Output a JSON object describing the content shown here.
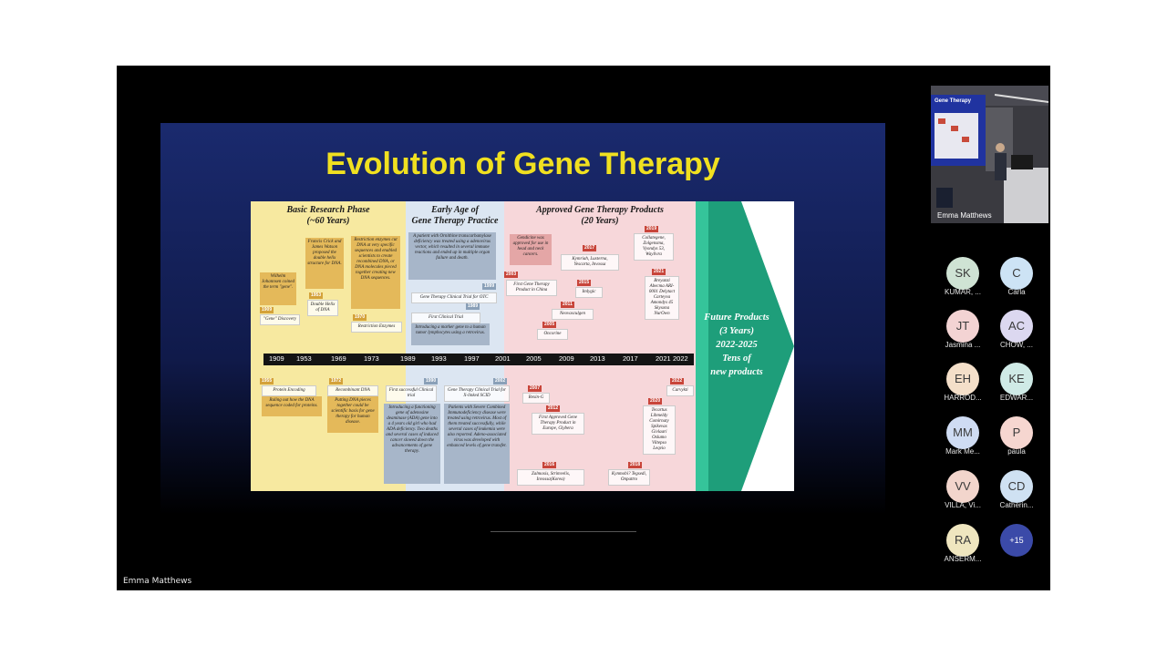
{
  "presenter": {
    "name": "Emma Matthews"
  },
  "slide": {
    "title": "Evolution of Gene Therapy",
    "phases": {
      "basic": "Basic Research Phase\n(~60 Years)",
      "early": "Early Age of\nGene Therapy Practice",
      "approved": "Approved Gene Therapy Products\n(20 Years)",
      "future": "Future Products\n(3 Years)\n2022-2025\nTens of\nnew products"
    },
    "years": [
      "1909",
      "1953",
      "1969",
      "1973",
      "1989",
      "1993",
      "1997",
      "2001",
      "2005",
      "2009",
      "2013",
      "2017",
      "2021",
      "2022"
    ],
    "events_top": [
      {
        "year": "1909",
        "text": "\"Gene\" Discovery"
      },
      {
        "year": "1953",
        "text": "Double Helix of DNA"
      },
      {
        "year": "1970",
        "text": "Restriction Enzymes"
      },
      {
        "year": "1989",
        "text": "First Clinical Trial"
      },
      {
        "year": "1999",
        "text": "Gene Therapy Clinical Trial for OTC"
      },
      {
        "year": "2003",
        "text": "First Gene Therapy Product in China"
      },
      {
        "year": "2005",
        "text": "Oncorine"
      },
      {
        "year": "2011",
        "text": "Neovasculgen"
      },
      {
        "year": "2015",
        "text": "Imlygic"
      },
      {
        "year": "2017",
        "text": "Kymriah, Luxterna, Yescarta, Invossa"
      },
      {
        "year": "2019",
        "text": "Collategene, Zolgensma, Vyondys 53, Waylivra"
      },
      {
        "year": "2021",
        "text": "Breyanzi Abecma ARI-0001 Delytact Carteyva Amondys 45 Skysona NurOwn"
      }
    ],
    "events_bottom": [
      {
        "year": "1955",
        "text": "Protein Encoding"
      },
      {
        "year": "1972",
        "text": "Recombinant DNA"
      },
      {
        "year": "1990",
        "text": "First successful Clinical trial"
      },
      {
        "year": "2002",
        "text": "Gene Therapy Clinical Trial for X-linked SCID"
      },
      {
        "year": "2007",
        "text": "Rexin-G"
      },
      {
        "year": "2012",
        "text": "First Approved Gene Therapy Product in Europe, Glybera"
      },
      {
        "year": "2016",
        "text": "Zalmoxis, Strimvelis, Invossa(Korea)"
      },
      {
        "year": "2018",
        "text": "Kynmobi? Tegsedi, Onpattro"
      },
      {
        "year": "2020",
        "text": "Tecartus Libmeldy Comirnaty Spikevax Givlaari Oxlumo Viltepso Leqvio"
      },
      {
        "year": "2022",
        "text": "Carvykti"
      }
    ],
    "notes": {
      "wilhelm": "Wilhelm Johannsen coined the term \"gene\".",
      "crick": "Francis Crick and James Watson proposed the double helix structure for DNA.",
      "restriction": "Restriction enzymes cut DNA at very specific sequences and enabled scientists to create recombined DNA, or DNA molecules pieced together creating new DNA sequences.",
      "ruling": "Ruling out how the DNA sequence coded for proteins.",
      "putting": "Putting DNA pieces together could be scientific basis for gene therapy for human disease.",
      "ornithine": "A patient with Ornithine transcarbamylase deficiency was treated using a adenovirus vector, which resulted in several immune reactions and ended up in multiple organ failure and death.",
      "marker": "Introducing a marker gene to a human tumor lymphocytes using a retrovirus.",
      "ada": "Introducing a functioning gene of adenosine deaminase (ADA) gene into a 4 years old girl who had ADA deficiency. Two deaths and several cases of induced cancer slowed down the advancements of gene therapy.",
      "scid": "Patients with Severe Combined Immunodeficiency disease were treated using retrovirus. Most of them treated successfully, while several cases of leukemia were also reported. Adeno-associated virus was developed with enhanced levels of gene transfer.",
      "gendicine": "Gendicine was approved for use in head and neck cancers."
    }
  },
  "video_tile": {
    "name": "Emma Matthews",
    "slide_label": "Gene Therapy"
  },
  "participants": [
    {
      "initials": "SK",
      "name": "KUMAR, ...",
      "color": "#cfe3d4"
    },
    {
      "initials": "C",
      "name": "Carla",
      "color": "#cde3f5"
    },
    {
      "initials": "JT",
      "name": "Jasmina ...",
      "color": "#f3d3d3"
    },
    {
      "initials": "AC",
      "name": "CHOW, ...",
      "color": "#dcd8f0"
    },
    {
      "initials": "EH",
      "name": "HARROD...",
      "color": "#f4dfc9"
    },
    {
      "initials": "KE",
      "name": "EDWAR...",
      "color": "#cfeae6"
    },
    {
      "initials": "MM",
      "name": "Mark Me...",
      "color": "#cfdcf3"
    },
    {
      "initials": "P",
      "name": "paula",
      "color": "#f6d6d0"
    },
    {
      "initials": "VV",
      "name": "VILLA, Vi...",
      "color": "#f2d5cc"
    },
    {
      "initials": "CD",
      "name": "Catherin...",
      "color": "#cfe1f2"
    },
    {
      "initials": "RA",
      "name": "ANSERM...",
      "color": "#efe6bf"
    }
  ],
  "more_participants": "+15"
}
